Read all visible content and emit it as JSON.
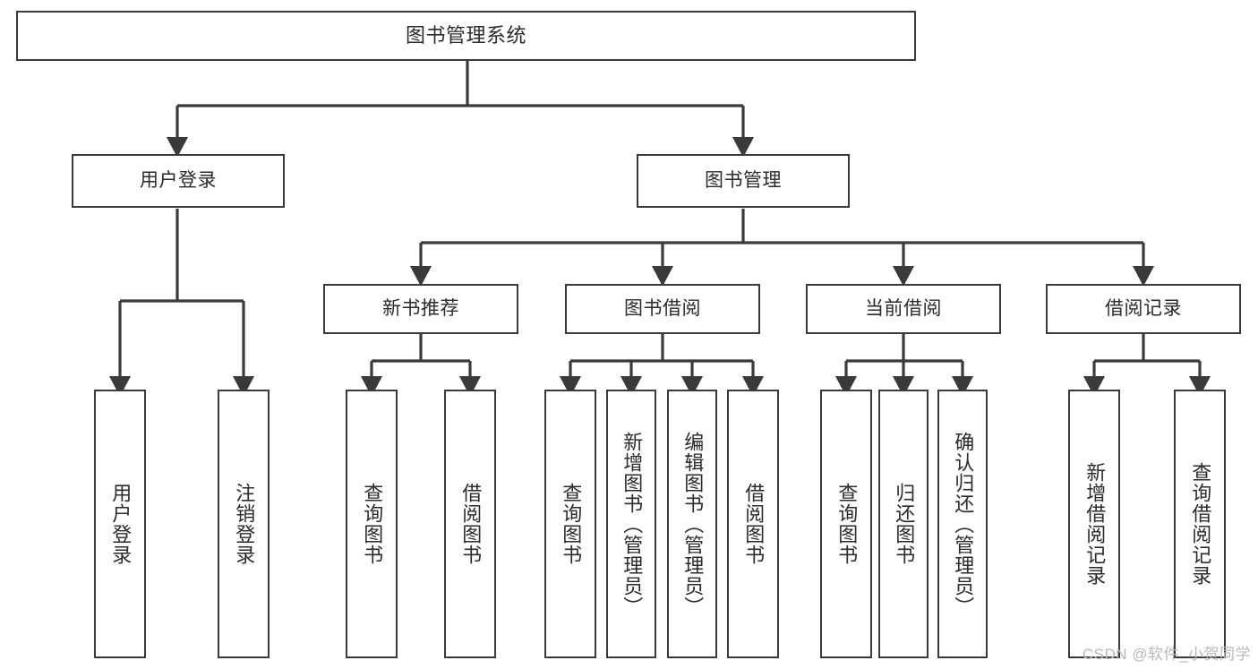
{
  "diagram": {
    "type": "tree-hierarchy",
    "title": "图书管理系统",
    "root": {
      "label": "图书管理系统"
    },
    "level2": [
      {
        "id": "user-login",
        "label": "用户登录"
      },
      {
        "id": "book-management",
        "label": "图书管理"
      }
    ],
    "level3": [
      {
        "id": "new-book-recommend",
        "label": "新书推荐",
        "parent": "book-management"
      },
      {
        "id": "book-borrow",
        "label": "图书借阅",
        "parent": "book-management"
      },
      {
        "id": "current-borrow",
        "label": "当前借阅",
        "parent": "book-management"
      },
      {
        "id": "borrow-record",
        "label": "借阅记录",
        "parent": "book-management"
      }
    ],
    "leaves": [
      {
        "id": "leaf-user-login",
        "label": "用户登录",
        "parent": "user-login"
      },
      {
        "id": "leaf-logout-login",
        "label": "注销登录",
        "parent": "user-login"
      },
      {
        "id": "leaf-query-book-1",
        "label": "查询图书",
        "parent": "new-book-recommend"
      },
      {
        "id": "leaf-borrow-book-1",
        "label": "借阅图书",
        "parent": "new-book-recommend"
      },
      {
        "id": "leaf-query-book-2",
        "label": "查询图书",
        "parent": "book-borrow"
      },
      {
        "id": "leaf-add-book",
        "label": "新增图书（管理员）",
        "parent": "book-borrow"
      },
      {
        "id": "leaf-edit-book",
        "label": "编辑图书（管理员）",
        "parent": "book-borrow"
      },
      {
        "id": "leaf-borrow-book-2",
        "label": "借阅图书",
        "parent": "book-borrow"
      },
      {
        "id": "leaf-query-book-3",
        "label": "查询图书",
        "parent": "current-borrow"
      },
      {
        "id": "leaf-return-book",
        "label": "归还图书",
        "parent": "current-borrow"
      },
      {
        "id": "leaf-confirm-return",
        "label": "确认归还（管理员）",
        "parent": "current-borrow"
      },
      {
        "id": "leaf-add-record",
        "label": "新增借阅记录",
        "parent": "borrow-record"
      },
      {
        "id": "leaf-query-record",
        "label": "查询借阅记录",
        "parent": "borrow-record"
      }
    ],
    "watermark": "CSDN @软件_小贺同学",
    "colors": {
      "stroke": "#3a3a3a",
      "fill": "#ffffff",
      "text": "#2b2b2b",
      "watermark": "#b9b9b9"
    }
  }
}
